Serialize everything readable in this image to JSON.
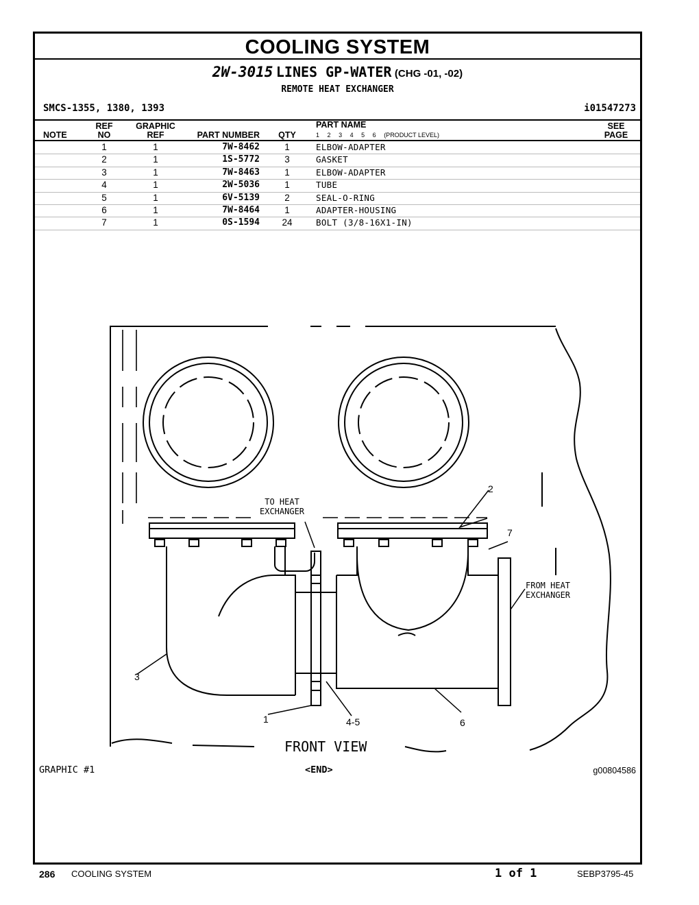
{
  "header": {
    "section_title": "COOLING SYSTEM",
    "part_number": "2W-3015",
    "part_name": "LINES GP-WATER",
    "change": "(CHG  -01, -02)",
    "subtitle": "REMOTE HEAT EXCHANGER",
    "smcs": "SMCS-1355, 1380, 1393",
    "illustration_id": "i01547273"
  },
  "table": {
    "headers": {
      "note": "NOTE",
      "ref_top": "REF",
      "ref_bottom": "NO",
      "graphic_top": "GRAPHIC",
      "graphic_bottom": "REF",
      "part_number": "PART NUMBER",
      "qty": "QTY",
      "part_name": "PART NAME",
      "see_top": "SEE",
      "see_bottom": "PAGE"
    },
    "product_levels": [
      "1",
      "2",
      "3",
      "4",
      "5",
      "6",
      "(PRODUCT LEVEL)"
    ],
    "rows": [
      {
        "ref": "1",
        "graphic": "1",
        "part_number": "7W-8462",
        "qty": "1",
        "name": "ELBOW-ADAPTER"
      },
      {
        "ref": "2",
        "graphic": "1",
        "part_number": "1S-5772",
        "qty": "3",
        "name": "GASKET"
      },
      {
        "ref": "3",
        "graphic": "1",
        "part_number": "7W-8463",
        "qty": "1",
        "name": "ELBOW-ADAPTER"
      },
      {
        "ref": "4",
        "graphic": "1",
        "part_number": "2W-5036",
        "qty": "1",
        "name": "TUBE"
      },
      {
        "ref": "5",
        "graphic": "1",
        "part_number": "6V-5139",
        "qty": "2",
        "name": "SEAL-O-RING"
      },
      {
        "ref": "6",
        "graphic": "1",
        "part_number": "7W-8464",
        "qty": "1",
        "name": "ADAPTER-HOUSING"
      },
      {
        "ref": "7",
        "graphic": "1",
        "part_number": "0S-1594",
        "qty": "24",
        "name": "BOLT (3/8-16X1-IN)"
      }
    ]
  },
  "drawing": {
    "to_heat_line1": "TO HEAT",
    "to_heat_line2": "EXCHANGER",
    "from_heat_line1": "FROM HEAT",
    "from_heat_line2": "EXCHANGER",
    "view_label": "FRONT VIEW",
    "callouts": {
      "c1": "1",
      "c2": "2",
      "c3": "3",
      "c45": "4-5",
      "c6": "6",
      "c7": "7"
    }
  },
  "graphic": {
    "label": "GRAPHIC #1",
    "end": "<END>",
    "id": "g00804586"
  },
  "footer": {
    "page_number": "286",
    "section": "COOLING SYSTEM",
    "page_of": "1 of 1",
    "doc_number": "SEBP3795-45"
  }
}
